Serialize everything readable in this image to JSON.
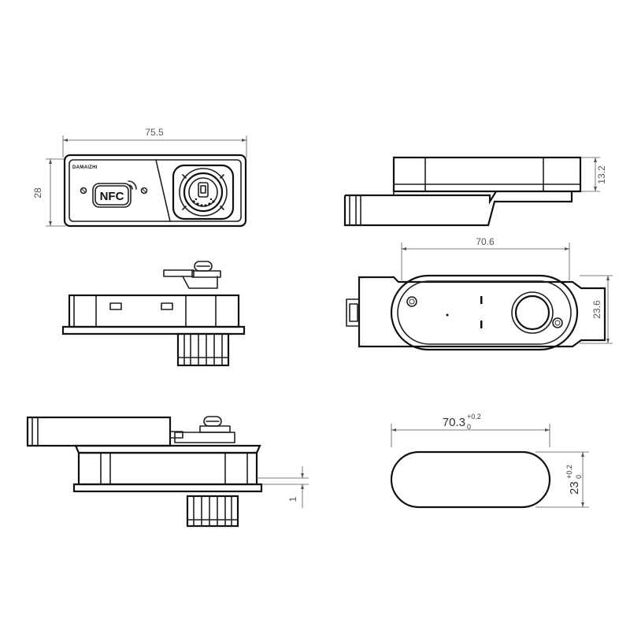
{
  "dimensions": {
    "front_width": "75.5",
    "front_height": "28",
    "side_height": "13.2",
    "back_width": "70.6",
    "back_height": "23.6",
    "cutout_width": "70.3",
    "cutout_width_tol_upper": "+0.2",
    "cutout_width_tol_lower": "0",
    "cutout_height": "23",
    "cutout_height_tol_upper": "+0.2",
    "cutout_height_tol_lower": "0",
    "panel_gap": "1"
  },
  "front_view": {
    "brand": "DAMAIZHI",
    "badge": "NFC"
  },
  "icons": [
    "nfc-wave-icon",
    "lock-cylinder-icon",
    "screw-icon"
  ]
}
